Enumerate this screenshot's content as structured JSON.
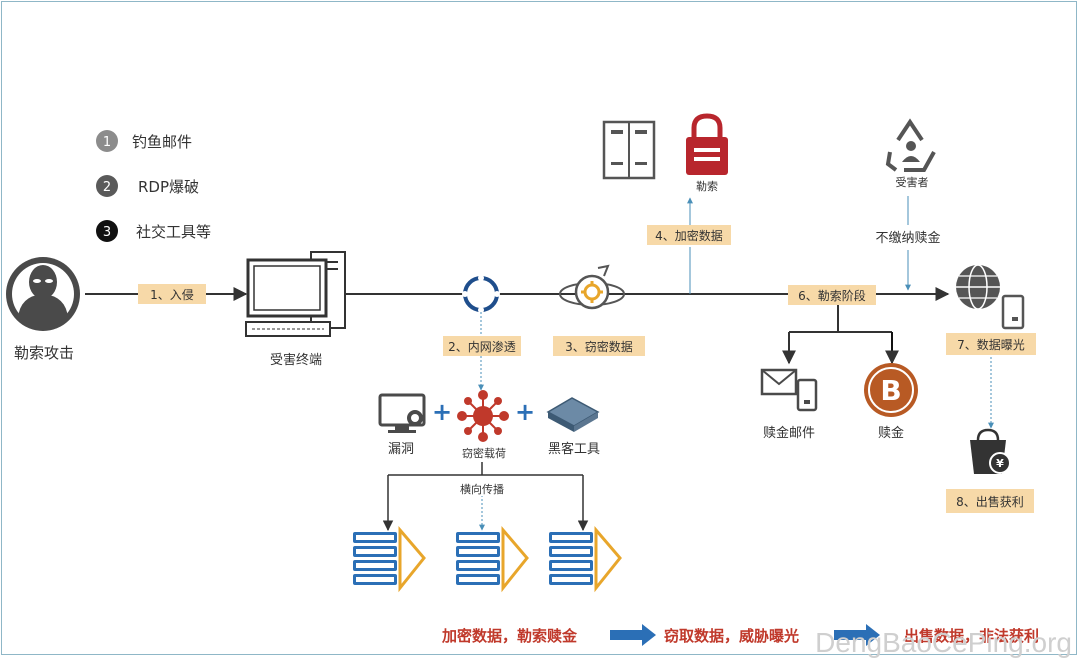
{
  "legend": [
    {
      "num": "1",
      "text": "钓鱼邮件",
      "color": "#8c8c8c"
    },
    {
      "num": "2",
      "text": "RDP爆破",
      "color": "#5a5a5a"
    },
    {
      "num": "3",
      "text": "社交工具等",
      "color": "#111111"
    }
  ],
  "nodes": {
    "attacker": "勒索攻击",
    "victim_terminal": "受害终端",
    "ransom_lock": "勒索",
    "victim_person": "受害者",
    "no_pay": "不缴纳赎金",
    "vuln": "漏洞",
    "payload": "窃密载荷",
    "hacker_tools": "黑客工具",
    "lateral": "横向传播",
    "ransom_mail": "赎金邮件",
    "ransom_coin": "赎金"
  },
  "steps": {
    "s1": "1、入侵",
    "s2": "2、内网渗透",
    "s3": "3、窃密数据",
    "s4": "4、加密数据",
    "s6": "6、勒索阶段",
    "s7": "7、数据曝光",
    "s8": "8、出售获利"
  },
  "footer": {
    "part1": "加密数据，勒索赎金",
    "part2": "窃取数据，威胁曝光",
    "part3": "出售数据，非法获利"
  },
  "watermark": "DengBaoCePing.org",
  "colors": {
    "step_tag_bg": "#f7d9a8",
    "accent_blue": "#2b6fb6",
    "red_dark": "#c0392b",
    "orange": "#e8a62b",
    "gray_icon": "#4a4a4a"
  }
}
